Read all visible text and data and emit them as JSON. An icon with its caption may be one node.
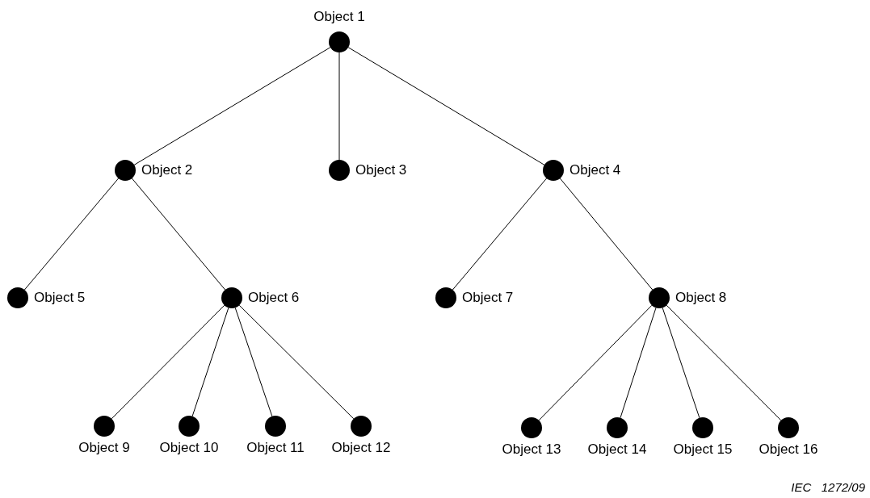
{
  "diagram": {
    "nodes": [
      {
        "text": [],
        "shape": "circle",
        "beside": [
          "Object 1"
        ]
      },
      {
        "text": [],
        "shape": "circle",
        "beside": [
          "Object 2"
        ]
      },
      {
        "text": [],
        "shape": "circle",
        "beside": [
          "Object 3"
        ]
      },
      {
        "text": [],
        "shape": "circle",
        "beside": [
          "Object 4"
        ]
      },
      {
        "text": [],
        "shape": "circle",
        "beside": [
          "Object 5"
        ]
      },
      {
        "text": [],
        "shape": "circle",
        "beside": [
          "Object 6"
        ]
      },
      {
        "text": [],
        "shape": "circle",
        "beside": [
          "Object 7"
        ]
      },
      {
        "text": [],
        "shape": "circle",
        "beside": [
          "Object 8"
        ]
      },
      {
        "text": [],
        "shape": "circle",
        "beside": [
          "Object 9"
        ]
      },
      {
        "text": [],
        "shape": "circle",
        "beside": [
          "Object 10"
        ]
      },
      {
        "text": [],
        "shape": "circle",
        "beside": [
          "Object 11"
        ]
      },
      {
        "text": [],
        "shape": "circle",
        "beside": [
          "Object 12"
        ]
      },
      {
        "text": [],
        "shape": "circle",
        "beside": [
          "Object 13"
        ]
      },
      {
        "text": [],
        "shape": "circle",
        "beside": [
          "Object 14"
        ]
      },
      {
        "text": [],
        "shape": "circle",
        "beside": [
          "Object 15"
        ]
      },
      {
        "text": [],
        "shape": "circle",
        "beside": [
          "Object 16"
        ]
      }
    ],
    "edges": [
      {
        "from": 0,
        "to": 1,
        "arrow": "none"
      },
      {
        "from": 0,
        "to": 2,
        "arrow": "none"
      },
      {
        "from": 0,
        "to": 3,
        "arrow": "none"
      },
      {
        "from": 1,
        "to": 4,
        "arrow": "none"
      },
      {
        "from": 1,
        "to": 5,
        "arrow": "none"
      },
      {
        "from": 3,
        "to": 6,
        "arrow": "none"
      },
      {
        "from": 3,
        "to": 7,
        "arrow": "none"
      },
      {
        "from": 5,
        "to": 8,
        "arrow": "none"
      },
      {
        "from": 5,
        "to": 9,
        "arrow": "none"
      },
      {
        "from": 5,
        "to": 10,
        "arrow": "none"
      },
      {
        "from": 5,
        "to": 11,
        "arrow": "none"
      },
      {
        "from": 7,
        "to": 12,
        "arrow": "none"
      },
      {
        "from": 7,
        "to": 13,
        "arrow": "none"
      },
      {
        "from": 7,
        "to": 14,
        "arrow": "none"
      },
      {
        "from": 7,
        "to": 15,
        "arrow": "none"
      }
    ],
    "labels": [
      "IEC   1272/09"
    ]
  }
}
